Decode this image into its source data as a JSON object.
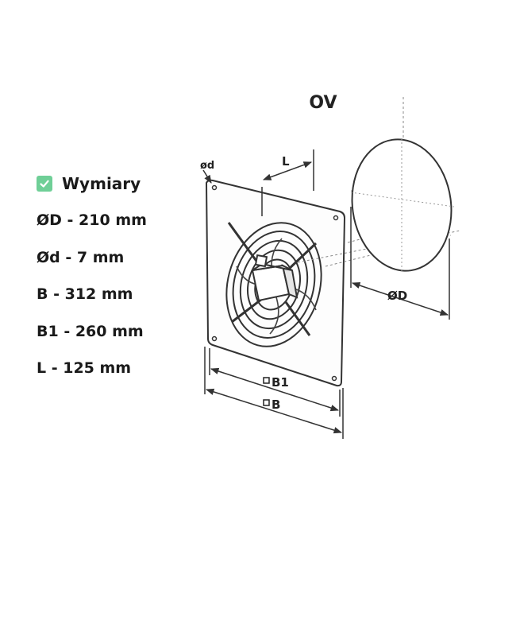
{
  "specs": {
    "title": "Wymiary",
    "title_icon": "check-icon",
    "accent_color": "#6fcf97",
    "rows": [
      "ØD - 210 mm",
      "Ød - 7 mm",
      "B - 312 mm",
      "B1 - 260 mm",
      "L - 125 mm"
    ]
  },
  "diagram": {
    "model": "OV",
    "labels": {
      "hole": "ød",
      "length": "L",
      "diameter": "ØD",
      "b1": "B1",
      "b": "B"
    }
  }
}
